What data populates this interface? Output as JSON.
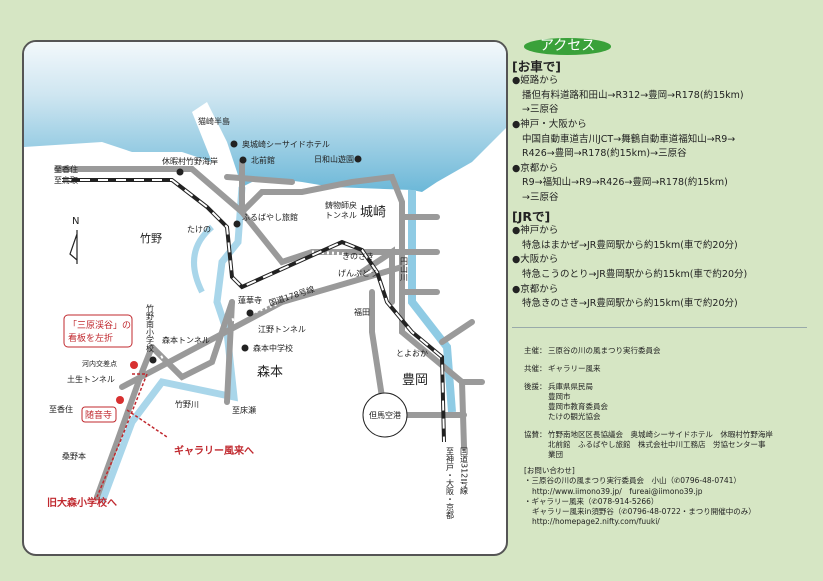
{
  "map": {
    "labels": {
      "nekozaki": "猫崎半島",
      "hotel": "奥城崎シーサイドホテル",
      "kitamae": "北前館",
      "hiyoriyama": "日和山遊園",
      "kyukamura": "休暇村竹野海岸",
      "to_kasumi_1": "至香住",
      "to_tottori": "至鳥取",
      "north": "N",
      "takeno": "竹野",
      "takeno_station": "たけの",
      "furubayashi": "ふるばやし旅館",
      "imoji_1": "鋳物師戻",
      "imoji_2": "トンネル",
      "kinosaki_town": "城崎",
      "kinosaki_station": "きのさき",
      "genbudo": "げんぶどう",
      "maruyama_river": "円山川",
      "rengeji": "蓮華寺",
      "route178": "国道178号線",
      "eno_tunnel": "江野トンネル",
      "morimoto_jhs": "森本中学校",
      "morimoto_tunnel": "森本トンネル",
      "takeno_minami_es": "竹野南小学校",
      "morimoto": "森本",
      "kochi_intersection": "河内交差点",
      "habu_tunnel": "土生トンネル",
      "to_kasumi_2": "至香住",
      "takeno_river": "竹野川",
      "to_tokonose": "至床瀬",
      "kuwanomoto": "桑野本",
      "sign_1": "「三原渓谷」の",
      "sign_2": "看板を左折",
      "zuionji": "随音寺",
      "to_gallery": "ギャラリー風来へ",
      "to_old_school": "旧大森小学校へ",
      "fukuda": "福田",
      "toyooka_station": "とよおか",
      "toyooka": "豊岡",
      "tajima_airport": "但馬空港",
      "to_kobe": "至神戸・大阪・京都",
      "route312": "国道312号線"
    }
  },
  "access": {
    "title": "アクセス",
    "car": {
      "heading": "[お車で]",
      "routes": [
        {
          "from": "●姫路から",
          "lines": [
            "播但有料道路和田山→R312→豊岡→R178(約15km)",
            "→三原谷"
          ]
        },
        {
          "from": "●神戸・大阪から",
          "lines": [
            "中国自動車道吉川JCT→舞鶴自動車道福知山→R9→",
            "R426→豊岡→R178(約15km)→三原谷"
          ]
        },
        {
          "from": "●京都から",
          "lines": [
            "R9→福知山→R9→R426→豊岡→R178(約15km)",
            "→三原谷"
          ]
        }
      ]
    },
    "jr": {
      "heading": "[JRで]",
      "routes": [
        {
          "from": "●神戸から",
          "line": "特急はまかぜ→JR豊岡駅から約15km(車で約20分)"
        },
        {
          "from": "●大阪から",
          "line": "特急こうのとり→JR豊岡駅から約15km(車で約20分)"
        },
        {
          "from": "●京都から",
          "line": "特急きのさき→JR豊岡駅から約15km(車で約20分)"
        }
      ]
    }
  },
  "credits": {
    "organizer": {
      "key": "主催：",
      "lines": [
        "三原谷の川の風まつり実行委員会"
      ]
    },
    "cosponsor": {
      "key": "共催：",
      "lines": [
        "ギャラリー風来"
      ]
    },
    "support": {
      "key": "後援：",
      "lines": [
        "兵庫県県民局",
        "豊岡市",
        "豊岡市教育委員会",
        "たけの観光協会"
      ]
    },
    "sponsors": {
      "key": "協賛：",
      "lines": [
        "竹野南地区区長協議会　奥城崎シーサイドホテル　休暇村竹野海岸",
        "北前館　ふるばやし旅館　株式会社中川工務店　労協センター事",
        "業団"
      ]
    }
  },
  "contact": {
    "heading": "[お問い合わせ]",
    "lines": [
      "・三原谷の川の風まつり実行委員会　小山（✆0796-48-0741）",
      "http://www.iimono39.jp/　fureai@iimono39.jp",
      "・ギャラリー風来（✆078-914-5266）",
      "ギャラリー風来in須野谷（✆0796-48-0722・まつり開催中のみ）",
      "http://homepage2.nifty.com/fuuki/"
    ]
  },
  "colors": {
    "accent": "#3aa13a",
    "red": "#c0282e",
    "sea": "#6cb8d8",
    "road": "#9a9a9a",
    "background": "#d6e6c4"
  }
}
